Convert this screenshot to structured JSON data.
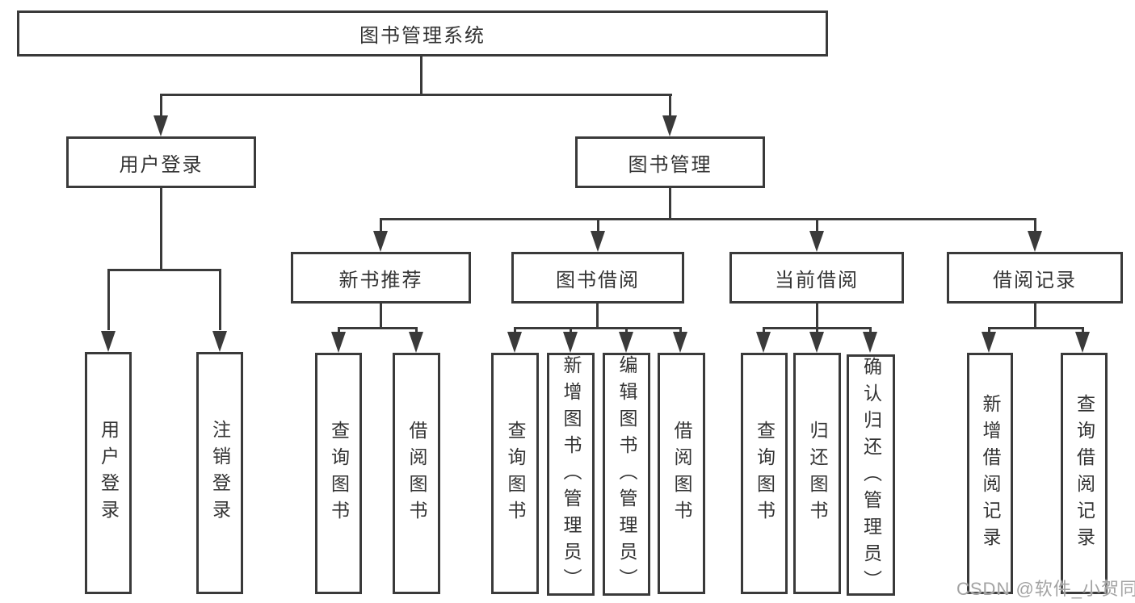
{
  "tree": {
    "root": "图书管理系统",
    "branches": [
      {
        "label": "用户登录",
        "children": [
          "用户登录",
          "注销登录"
        ]
      },
      {
        "label": "图书管理",
        "groups": [
          {
            "label": "新书推荐",
            "children": [
              "查询图书",
              "借阅图书"
            ]
          },
          {
            "label": "图书借阅",
            "children": [
              "查询图书",
              "新增图书（管理员）",
              "编辑图书（管理员）",
              "借阅图书"
            ]
          },
          {
            "label": "当前借阅",
            "children": [
              "查询图书",
              "归还图书",
              "确认归还（管理员）"
            ]
          },
          {
            "label": "借阅记录",
            "children": [
              "新增借阅记录",
              "查询借阅记录"
            ]
          }
        ]
      }
    ]
  },
  "watermark": {
    "text": "CSDN @软件_小贺同学"
  },
  "colors": {
    "line": "#3a3a3a",
    "text": "#333333",
    "background": "#ffffff",
    "watermark": "#a3a3a3"
  }
}
